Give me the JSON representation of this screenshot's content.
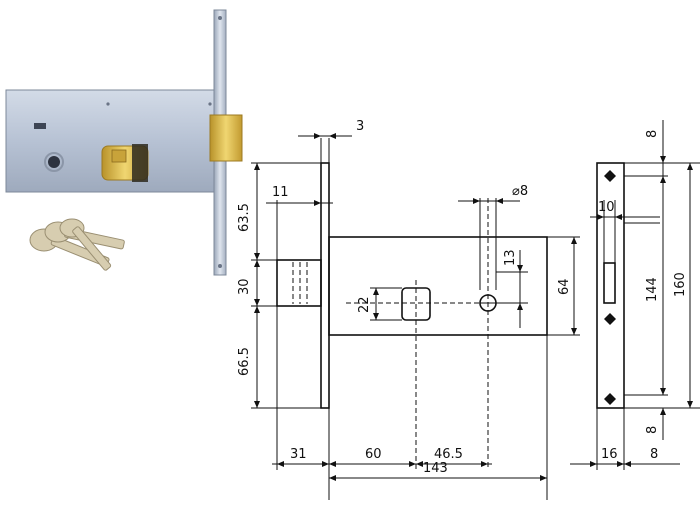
{
  "dimensions": {
    "faceplate_thickness": "3",
    "hole_diameter": "⌀8",
    "top_offset": "63.5",
    "faceplate_offset": "11",
    "latch_height": "30",
    "bottom_offset": "66.5",
    "body_height": "64",
    "bolt_offset": "13",
    "key_hole_height": "22",
    "backset_latch": "31",
    "center_distance": "60",
    "bolt_distance": "46.5",
    "case_depth": "143",
    "plate_top_margin": "8",
    "plate_inset": "10",
    "hole_spacing": "144",
    "plate_height": "160",
    "plate_bottom_margin": "8",
    "plate_width": "16",
    "plate_edge": "8"
  },
  "colors": {
    "lock_body": "#b9c4d6",
    "brass": "#d9b84a",
    "keys": "#d7cdb0",
    "line": "#111111"
  }
}
